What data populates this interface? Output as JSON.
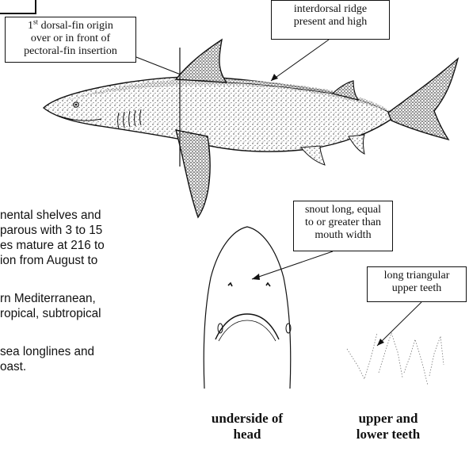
{
  "callouts": {
    "dorsal_origin": {
      "line1_pre": "1",
      "line1_sup": "st",
      "line1_post": " dorsal-fin origin",
      "line2": "over or in front of",
      "line3": "pectoral-fin insertion"
    },
    "interdorsal": {
      "line1": "interdorsal ridge",
      "line2": "present and high"
    },
    "snout": {
      "line1": "snout long, equal",
      "line2": "to or greater than",
      "line3": "mouth width"
    },
    "teeth": {
      "line1": "long triangular",
      "line2": "upper teeth"
    }
  },
  "text": {
    "habitat_lines": [
      "nental shelves and",
      "parous with 3 to 15",
      "es mature at 216 to",
      "ion from August to"
    ],
    "distribution_lines": [
      "rn Mediterranean,",
      "ropical, subtropical"
    ],
    "fisheries_lines": [
      "sea longlines and",
      "oast."
    ]
  },
  "captions": {
    "head": {
      "line1": "underside of",
      "line2": "head"
    },
    "teeth": {
      "line1": "upper and",
      "line2": "lower teeth"
    }
  },
  "colors": {
    "ink": "#111111",
    "paper": "#ffffff"
  }
}
